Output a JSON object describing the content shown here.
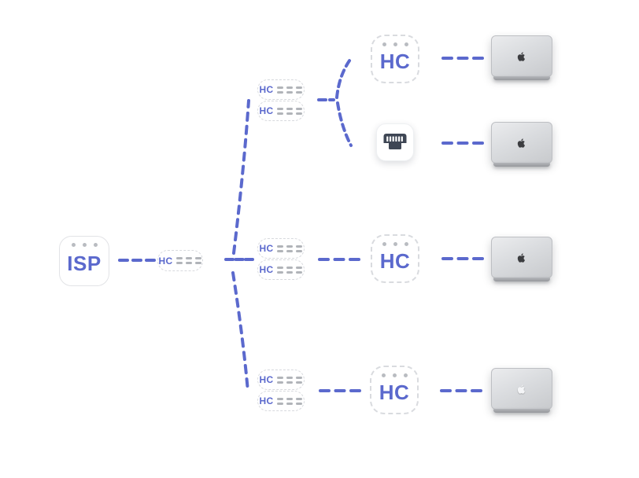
{
  "diagram": {
    "type": "network-topology",
    "colors": {
      "accent": "#5b69cd",
      "muted_gray": "#b3b6bb",
      "node_border": "#d9dbdf",
      "port_dark": "#3e4654",
      "laptop_silver": "#d9dbde"
    },
    "nodes": {
      "isp": {
        "label": "ISP",
        "type": "internet-provider"
      },
      "gateway": {
        "label": "HC",
        "type": "router"
      },
      "switch_groups": [
        {
          "members": [
            "HC",
            "HC"
          ]
        },
        {
          "members": [
            "HC",
            "HC"
          ]
        },
        {
          "members": [
            "HC",
            "HC"
          ]
        }
      ],
      "endpoints": [
        {
          "type": "access-point",
          "label": "HC"
        },
        {
          "type": "ethernet-wall-port",
          "icon": "ethernet-port-icon"
        },
        {
          "type": "access-point",
          "label": "HC"
        },
        {
          "type": "access-point",
          "label": "HC"
        }
      ],
      "clients": [
        {
          "type": "laptop",
          "icon": "apple-logo-icon"
        },
        {
          "type": "laptop",
          "icon": "apple-logo-icon"
        },
        {
          "type": "laptop",
          "icon": "apple-logo-icon"
        },
        {
          "type": "laptop",
          "icon": "apple-logo-icon"
        }
      ]
    },
    "connections": [
      {
        "from": "isp",
        "to": "gateway"
      },
      {
        "from": "gateway",
        "to": "switch-group-1"
      },
      {
        "from": "gateway",
        "to": "switch-group-2"
      },
      {
        "from": "gateway",
        "to": "switch-group-3"
      },
      {
        "from": "switch-group-1",
        "to": "hc-access-1"
      },
      {
        "from": "switch-group-1",
        "to": "ethernet-wall-port"
      },
      {
        "from": "switch-group-2",
        "to": "hc-access-2"
      },
      {
        "from": "switch-group-3",
        "to": "hc-access-3"
      },
      {
        "from": "hc-access-1",
        "to": "laptop-1"
      },
      {
        "from": "ethernet-wall-port",
        "to": "laptop-2"
      },
      {
        "from": "hc-access-2",
        "to": "laptop-3"
      },
      {
        "from": "hc-access-3",
        "to": "laptop-4"
      }
    ]
  }
}
